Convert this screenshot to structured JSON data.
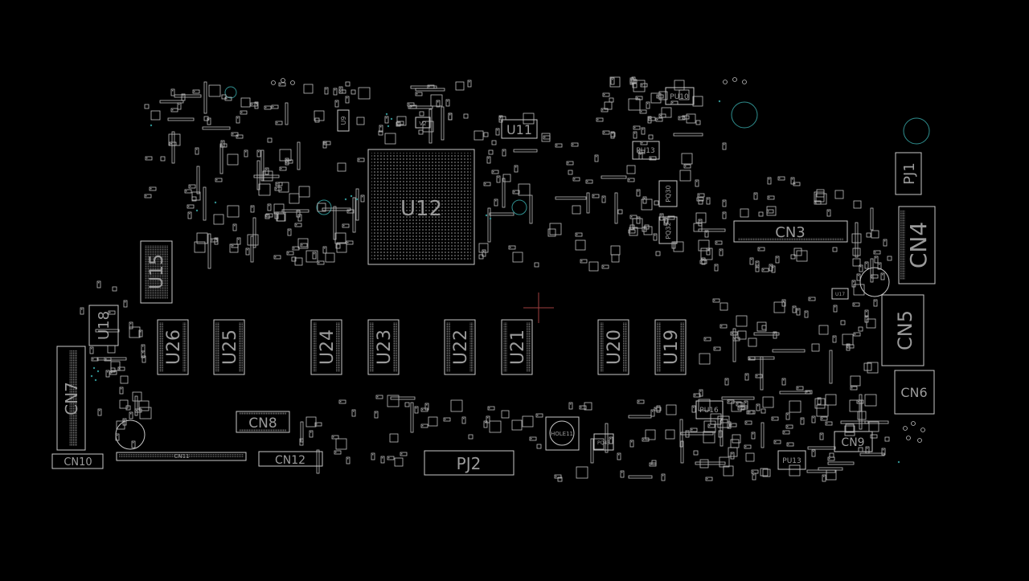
{
  "colors": {
    "background": "#000000",
    "outline": "#c9c9c9",
    "via": "#2f8f8f",
    "cursor": "#a04040"
  },
  "labels": {
    "u12": "U12",
    "u11": "U11",
    "u15": "U15",
    "u18": "U18",
    "u26": "U26",
    "u25": "U25",
    "u24": "U24",
    "u23": "U23",
    "u22": "U22",
    "u21": "U21",
    "u20": "U20",
    "u19": "U19",
    "cn3": "CN3",
    "cn4": "CN4",
    "cn5": "CN5",
    "cn6": "CN6",
    "cn7": "CN7",
    "cn8": "CN8",
    "cn9": "CN9",
    "cn10": "CN10",
    "cn11": "CN11",
    "cn12": "CN12",
    "pj1": "PJ1",
    "pj2": "PJ2",
    "pu10": "PU10",
    "pu13": "PU13",
    "pu16": "PU16",
    "pu13b": "PU13",
    "pq30": "PQ30",
    "pq32": "PQ32",
    "pq43": "PQ43",
    "hole11": "HOLE11",
    "u17": "U17",
    "u9": "U9",
    "v2": "V2"
  }
}
